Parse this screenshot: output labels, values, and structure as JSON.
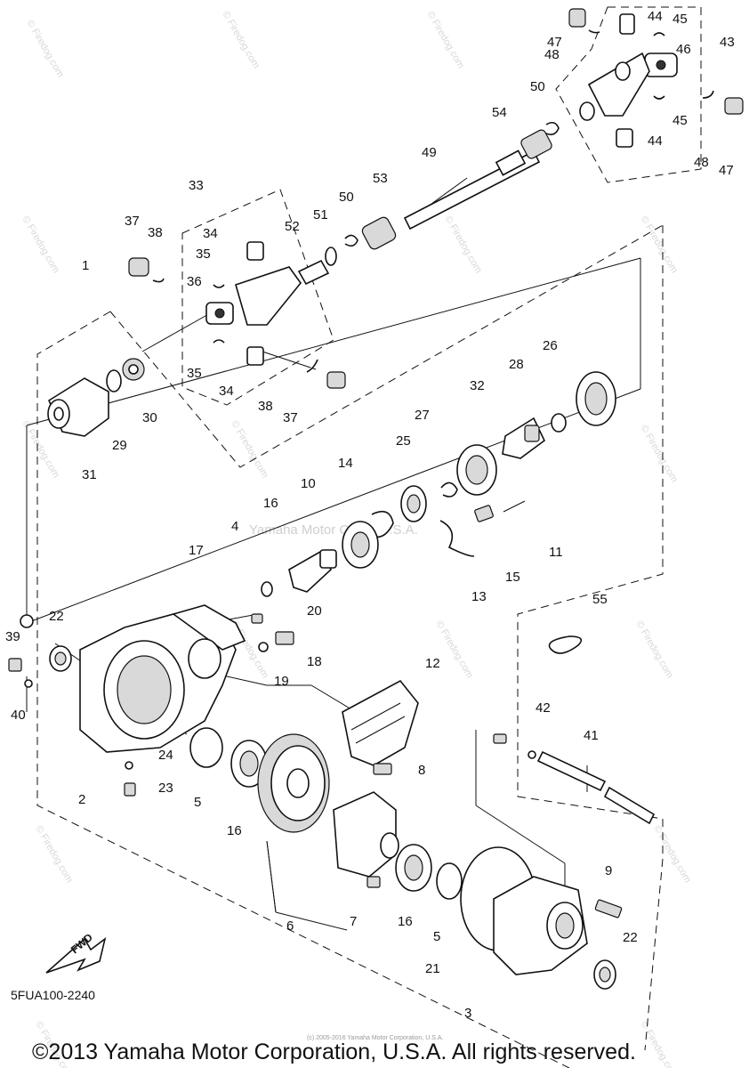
{
  "watermark": "© Firedog.com",
  "center_watermark": "Yamaha Motor Corp., U.S.A.",
  "diagram_code": "5FUA100-2240",
  "fwd_label": "FWD",
  "copyright": "©2013 Yamaha Motor Corporation, U.S.A. All rights reserved.",
  "tiny_copyright": "(c) 2005-2016 Yamaha Motor Corporation, U.S.A.",
  "part_labels": [
    "1",
    "2",
    "3",
    "4",
    "5",
    "5",
    "6",
    "7",
    "8",
    "9",
    "10",
    "11",
    "12",
    "13",
    "14",
    "15",
    "16",
    "16",
    "16",
    "17",
    "18",
    "19",
    "20",
    "21",
    "22",
    "22",
    "23",
    "24",
    "25",
    "26",
    "27",
    "28",
    "29",
    "30",
    "31",
    "32",
    "33",
    "34",
    "34",
    "35",
    "35",
    "36",
    "37",
    "37",
    "38",
    "38",
    "39",
    "40",
    "41",
    "42",
    "43",
    "44",
    "44",
    "45",
    "45",
    "46",
    "47",
    "47",
    "48",
    "48",
    "49",
    "50",
    "50",
    "51",
    "52",
    "53",
    "54",
    "55"
  ]
}
